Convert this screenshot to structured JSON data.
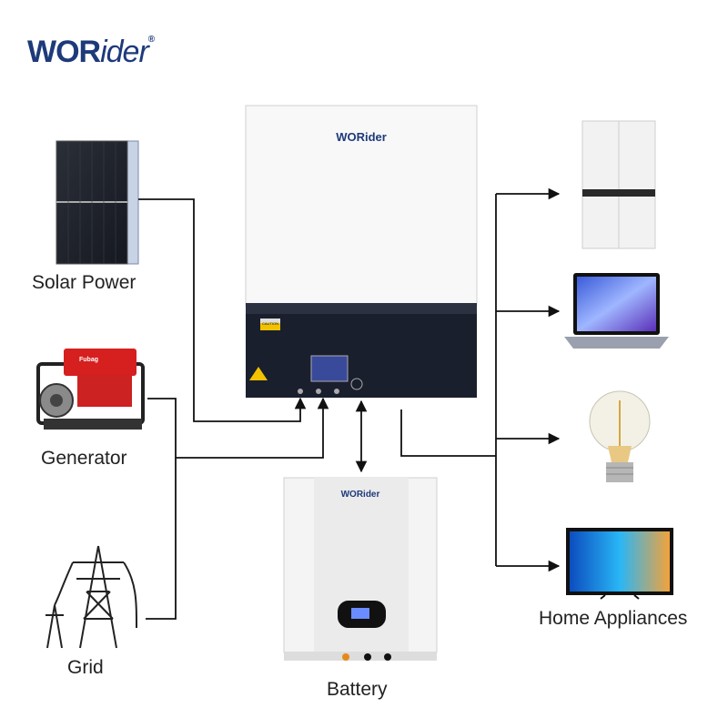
{
  "brand": {
    "logo_part1": "WOR",
    "logo_part2": "ider",
    "registered": "®"
  },
  "inverter": {
    "logo": "WORider",
    "caution": "CAUTION"
  },
  "battery": {
    "logo": "WORider"
  },
  "labels": {
    "solar": "Solar Power",
    "generator": "Generator",
    "grid": "Grid",
    "battery": "Battery",
    "appliances": "Home Appliances"
  },
  "colors": {
    "brand": "#1d3a7a",
    "line": "#111111",
    "panel": "#1a1f2e",
    "generator_red": "#d61f1f"
  }
}
